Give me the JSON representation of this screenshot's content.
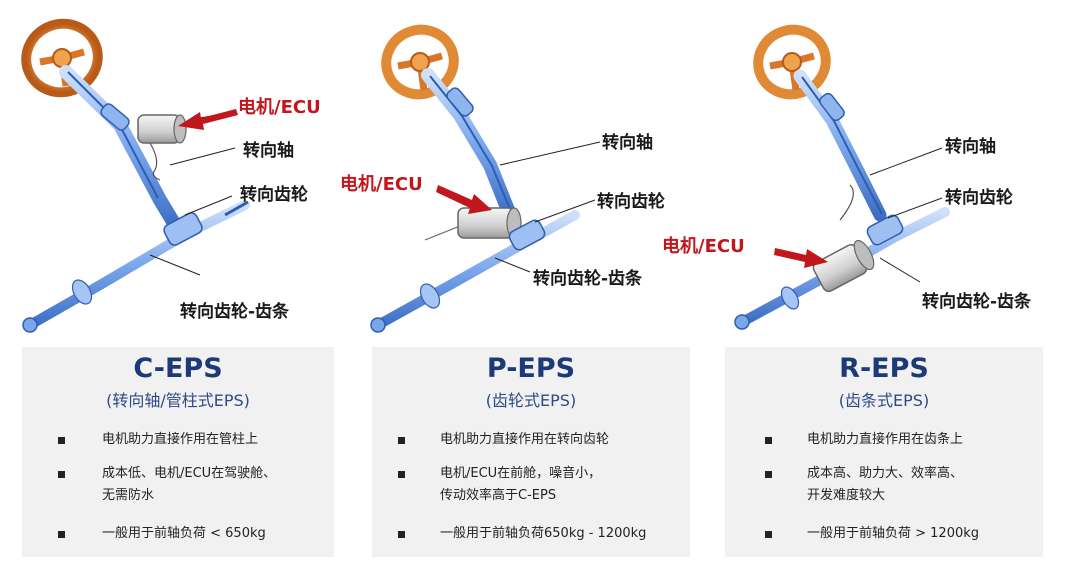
{
  "colors": {
    "shaft_blue": "#6b9be6",
    "motor_grey": "#d0d0d0",
    "wheel_orange": "#d9762a",
    "callout_red": "#c0161c",
    "title_blue": "#1d3a78",
    "card_bg": "#f1f1f2"
  },
  "panels": [
    {
      "callouts": {
        "motor": "电机/ECU",
        "shaft": "转向轴",
        "pinion": "转向齿轮",
        "rack": "转向齿轮-齿条"
      },
      "title": "C-EPS",
      "subtitle": "(转向轴/管柱式EPS)",
      "bullets": [
        {
          "lines": [
            "电机助力直接作用在管柱上"
          ]
        },
        {
          "lines": [
            "成本低、电机/ECU在驾驶舱、",
            "无需防水"
          ]
        },
        {
          "lines": [
            "一般用于前轴负荷 < 650kg"
          ]
        }
      ]
    },
    {
      "callouts": {
        "motor": "电机/ECU",
        "shaft": "转向轴",
        "pinion": "转向齿轮",
        "rack": "转向齿轮-齿条"
      },
      "title": "P-EPS",
      "subtitle": "(齿轮式EPS)",
      "bullets": [
        {
          "lines": [
            "电机助力直接作用在转向齿轮"
          ]
        },
        {
          "lines": [
            "电机/ECU在前舱，噪音小，",
            "传动效率高于C-EPS"
          ]
        },
        {
          "lines": [
            "一般用于前轴负荷650kg - 1200kg"
          ]
        }
      ]
    },
    {
      "callouts": {
        "motor": "电机/ECU",
        "shaft": "转向轴",
        "pinion": "转向齿轮",
        "rack": "转向齿轮-齿条"
      },
      "title": "R-EPS",
      "subtitle": "(齿条式EPS)",
      "bullets": [
        {
          "lines": [
            "电机助力直接作用在齿条上"
          ]
        },
        {
          "lines": [
            "成本高、助力大、效率高、",
            "开发难度较大"
          ]
        },
        {
          "lines": [
            "一般用于前轴负荷 > 1200kg"
          ]
        }
      ]
    }
  ]
}
